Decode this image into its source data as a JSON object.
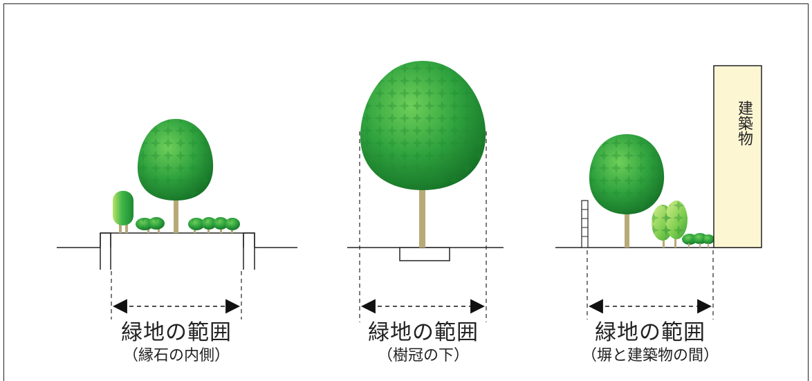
{
  "panels": [
    {
      "id": "curb",
      "title": "緑地の範囲",
      "subtitle": "（縁石の内側）"
    },
    {
      "id": "canopy",
      "title": "緑地の範囲",
      "subtitle": "（樹冠の下）"
    },
    {
      "id": "wall",
      "title": "緑地の範囲",
      "subtitle": "（塀と建築物の間）"
    }
  ],
  "building_label": "建築物",
  "colors": {
    "foliage": "#35a843",
    "foliage_dark": "#1f7d2c",
    "foliage_light": "#8fd36a",
    "trunk": "#b8aa78",
    "building": "#fdf6d3",
    "line": "#222222"
  }
}
